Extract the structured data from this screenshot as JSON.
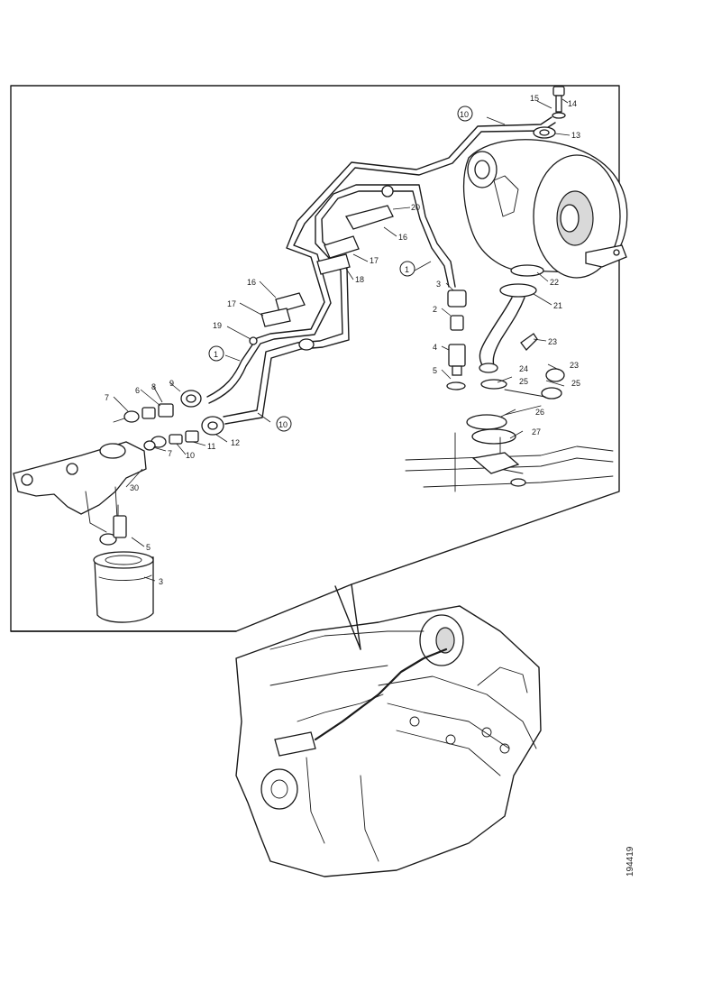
{
  "figure_ref": "194419",
  "callouts": {
    "c1": "1",
    "c2": "2",
    "c3": "3",
    "c4": "4",
    "c5": "5",
    "c6": "6",
    "c7": "7",
    "c8": "8",
    "c9": "9",
    "c10": "10",
    "c11": "11",
    "c12": "12",
    "c13": "13",
    "c14": "14",
    "c15": "15",
    "c16": "16",
    "c17": "17",
    "c18": "18",
    "c19": "19",
    "c20": "20",
    "c21": "21",
    "c22": "22",
    "c23": "23",
    "c24": "24",
    "c25": "25",
    "c26": "26",
    "c27": "27",
    "c30": "30"
  }
}
